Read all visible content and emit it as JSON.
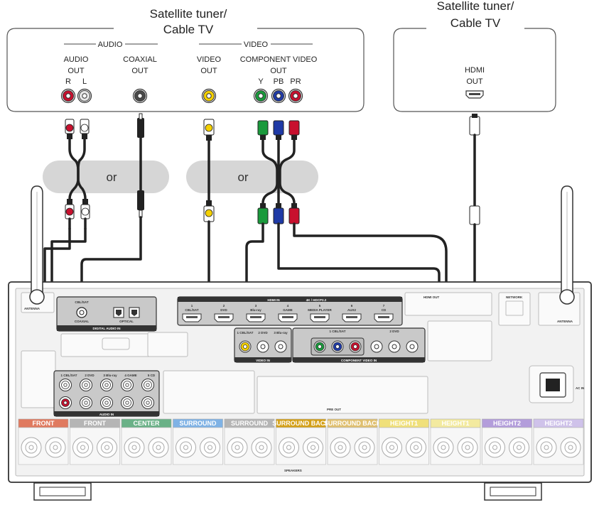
{
  "source_box": {
    "title_line1": "Satellite tuner/",
    "title_line2": "Cable TV",
    "audio_group": "AUDIO",
    "video_group": "VIDEO",
    "audio_out_line1": "AUDIO",
    "audio_out_line2": "OUT",
    "audio_r": "R",
    "audio_l": "L",
    "coaxial_line1": "COAXIAL",
    "coaxial_line2": "OUT",
    "video_out_line1": "VIDEO",
    "video_out_line2": "OUT",
    "component_line1": "COMPONENT VIDEO",
    "component_line2": "OUT",
    "comp_y": "Y",
    "comp_pb": "PB",
    "comp_pr": "PR"
  },
  "hdmi_box": {
    "title_line1": "Satellite tuner/",
    "title_line2": "Cable TV",
    "hdmi_line1": "HDMI",
    "hdmi_line2": "OUT"
  },
  "cable_options": {
    "or_left": "or",
    "or_right": "or"
  },
  "receiver": {
    "hdmi_in_header": "HDMI IN",
    "hdmi_in_spec": "4K / HDCP2.2",
    "hdmi_ports": [
      {
        "num": "1",
        "name": "CBL/SAT"
      },
      {
        "num": "2",
        "name": "DVD"
      },
      {
        "num": "3",
        "name": "Blu-ray"
      },
      {
        "num": "4",
        "name": "GAME"
      },
      {
        "num": "5",
        "name": "MEDIA PLAYER"
      },
      {
        "num": "6",
        "name": "AUX2"
      },
      {
        "num": "7",
        "name": "CD"
      }
    ],
    "hdmi_out": "HDMI OUT",
    "network": "NETWORK",
    "digital_audio_in": "DIGITAL AUDIO IN",
    "coaxial_label": "COAXIAL",
    "optical_label": "OPTICAL",
    "coax_port_label": "CBL/SAT",
    "video_in": "VIDEO IN",
    "component_video_in": "COMPONENT VIDEO IN",
    "comp_in_sources": [
      "1 CBL/SAT",
      "2 DVD"
    ],
    "audio_in": "AUDIO IN",
    "audio_in_sources": [
      "1 CBL/SAT",
      "2 DVD",
      "3 Blu-ray",
      "4 GAME",
      "5 CD"
    ],
    "video_in_sources": [
      "1 CBL/SAT",
      "2 DVD",
      "3 Blu-ray"
    ],
    "ac_in": "AC IN",
    "antenna_left": "ANTENNA",
    "antenna_right": "ANTENNA",
    "pre_out": "PRE OUT",
    "speaker_labels": [
      "FRONT",
      "FRONT",
      "CENTER",
      "SURROUND",
      "SURROUND",
      "SURROUND BACK",
      "SURROUND BACK",
      "HEIGHT1",
      "HEIGHT1",
      "HEIGHT2",
      "HEIGHT2"
    ],
    "speakers_footer": "SPEAKERS"
  },
  "colors": {
    "red": "#c8102e",
    "white": "#ffffff",
    "black": "#222222",
    "yellow": "#f4d000",
    "green": "#1a9a3c",
    "blue": "#1f3aa6",
    "gray_bubble": "#d6d6d6",
    "panel_bg": "#f2f2f2"
  }
}
